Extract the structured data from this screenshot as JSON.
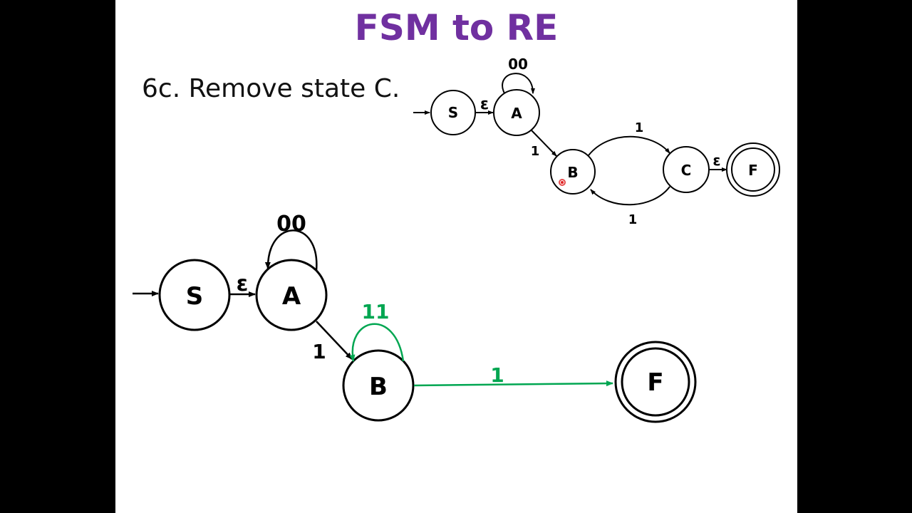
{
  "slide": {
    "title": "FSM to RE",
    "subtitle": "6c. Remove state C."
  },
  "colors": {
    "title": "#7030a0",
    "accent": "#00a651",
    "ink": "#000000",
    "pointer": "#e02020"
  },
  "small_diagram": {
    "states": {
      "S": "S",
      "A": "A",
      "B": "B",
      "C": "C",
      "F": "F"
    },
    "labels": {
      "eps_sa": "ε",
      "loop_a": "00",
      "ab": "1",
      "bc": "1",
      "cb": "1",
      "eps_cf": "ε"
    }
  },
  "large_diagram": {
    "states": {
      "S": "S",
      "A": "A",
      "B": "B",
      "F": "F"
    },
    "labels": {
      "eps_sa": "ε",
      "loop_a": "00",
      "ab": "1",
      "loop_b": "11",
      "bf": "1"
    }
  }
}
